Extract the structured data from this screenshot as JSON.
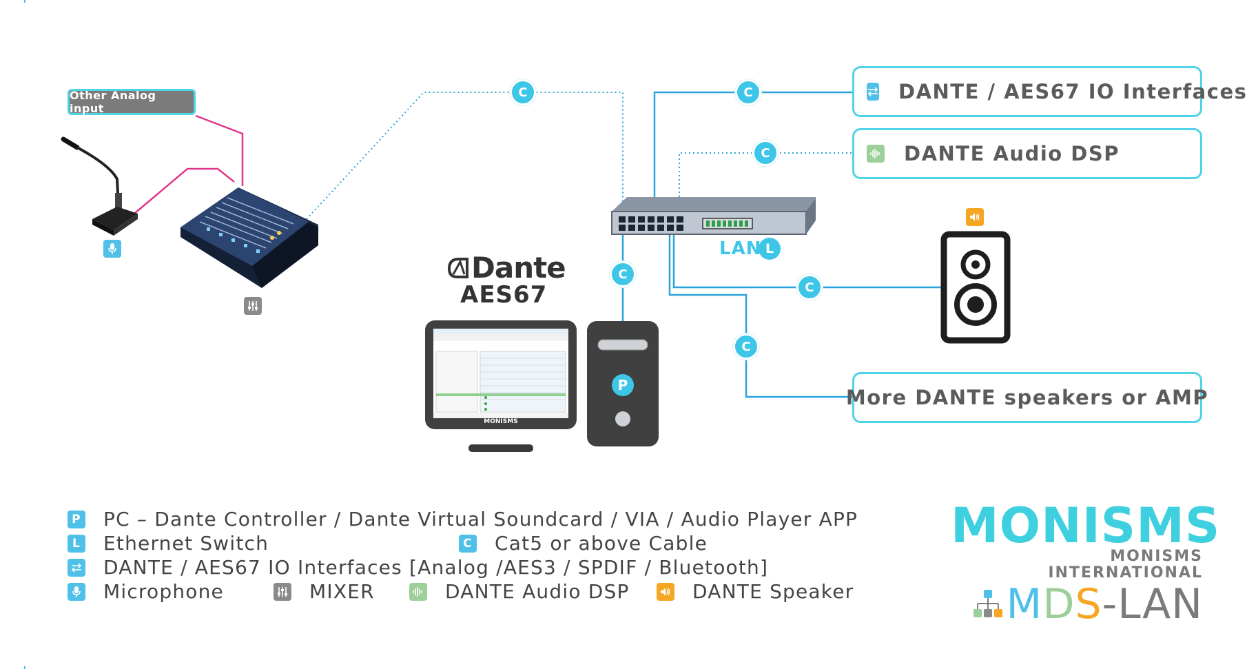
{
  "diagram": {
    "other_analog_label": "Other Analog input",
    "cable_badge": "C",
    "lan": {
      "label": "LAN",
      "badge": "L"
    },
    "pc_badge": "P",
    "dante_logo": {
      "line1": "Dante",
      "line2": "AES67"
    },
    "monitor_brand": "MONISMS",
    "boxes": {
      "io": "DANTE / AES67 IO Interfaces",
      "dsp": "DANTE Audio DSP",
      "more": "More DANTE speakers or AMP"
    }
  },
  "legend": {
    "pc": {
      "badge": "P",
      "text": "PC – Dante Controller / Dante Virtual Soundcard / VIA / Audio Player APP"
    },
    "switch": {
      "badge": "L",
      "text": "Ethernet Switch"
    },
    "cable": {
      "badge": "C",
      "text": "Cat5 or above Cable"
    },
    "io": {
      "text": "DANTE / AES67 IO Interfaces [Analog /AES3 /  SPDIF /  Bluetooth]"
    },
    "mic": {
      "text": "Microphone"
    },
    "mixer": {
      "text": "MIXER"
    },
    "dsp": {
      "text": "DANTE Audio DSP"
    },
    "speaker": {
      "text": "DANTE Speaker"
    }
  },
  "brand": {
    "name": "MONISMS",
    "sub": "MONISMS INTERNATIONAL",
    "product_m": "M",
    "product_d": "D",
    "product_s": "S",
    "product_rest": "-LAN"
  },
  "colors": {
    "cyan": "#3ec6e8",
    "pink": "#e0368c",
    "blue_line": "#2aa3dd",
    "gray_text": "#5b5b5b",
    "icon_blue": "#4fc1e9",
    "icon_gray": "#8a8a8a",
    "icon_green": "#9dcf9a",
    "icon_orange": "#f5a623",
    "brand_cyan": "#3fd0e0"
  },
  "icons": [
    "swap-arrows-icon",
    "waveform-icon",
    "microphone-icon",
    "mixer-sliders-icon",
    "speaker-volume-icon"
  ]
}
